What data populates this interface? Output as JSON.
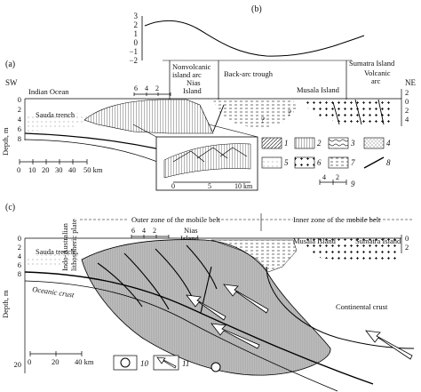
{
  "panel_b": {
    "label": "(b)",
    "y_ticks": [
      "3",
      "2",
      "1",
      "0",
      "−1",
      "−2"
    ]
  },
  "panel_a": {
    "label": "(a)",
    "sw": "SW",
    "ne": "NE",
    "indian_ocean": "Indian Ocean",
    "sauda_trench": "Sauda trench",
    "nonvolcanic_arc": [
      "Nonvolcanic",
      "island arc"
    ],
    "nias": [
      "Nias",
      "Island"
    ],
    "back_arc": "Back-arc trough",
    "musala": "Musala Island",
    "sumatra": "Sumatra Island",
    "volcanic_arc": [
      "Volcanic",
      "arc"
    ],
    "depth_label": "Depth, m",
    "depth_ticks_left": [
      "0",
      "2",
      "4",
      "6",
      "8"
    ],
    "depth_ticks_right": [
      "2",
      "0",
      "2",
      "4"
    ],
    "bar_ticks": [
      "6",
      "4",
      "2"
    ],
    "scale_ticks": [
      "0",
      "10",
      "20",
      "30",
      "40",
      "50 km"
    ],
    "inset_ticks": [
      "0",
      "5",
      "10 km"
    ],
    "question_marks": [
      "?",
      "?"
    ],
    "legend": [
      {
        "num": "1"
      },
      {
        "num": "2"
      },
      {
        "num": "3"
      },
      {
        "num": "4"
      },
      {
        "num": "5"
      },
      {
        "num": "6"
      },
      {
        "num": "7"
      },
      {
        "num": "8"
      },
      {
        "num": "9"
      }
    ],
    "legend9_ticks": [
      "4",
      "2"
    ]
  },
  "panel_c": {
    "label": "(c)",
    "indo_australian": [
      "Indo-Australian",
      "lithospheric plate"
    ],
    "outer_zone": "Outer zone of the mobile belt",
    "inner_zone": "Inner zone of the mobile belt",
    "nias": [
      "Nias",
      "Island"
    ],
    "musala": "Musala Island",
    "sumatra": "Sumatra Island",
    "sauda_trench": "Sauda trench",
    "oceanic_crust": "Oceanic crust",
    "continental_crust": "Continental crust",
    "depth_label": "Depth, m",
    "depth_ticks_left": [
      "0",
      "2",
      "4",
      "6",
      "8",
      "20"
    ],
    "depth_ticks_right": [
      "0",
      "2"
    ],
    "bar_ticks": [
      "6",
      "4",
      "2"
    ],
    "scale_ticks": [
      "0",
      "20",
      "40 km"
    ],
    "legend": [
      {
        "num": "10"
      },
      {
        "num": "11"
      }
    ]
  }
}
